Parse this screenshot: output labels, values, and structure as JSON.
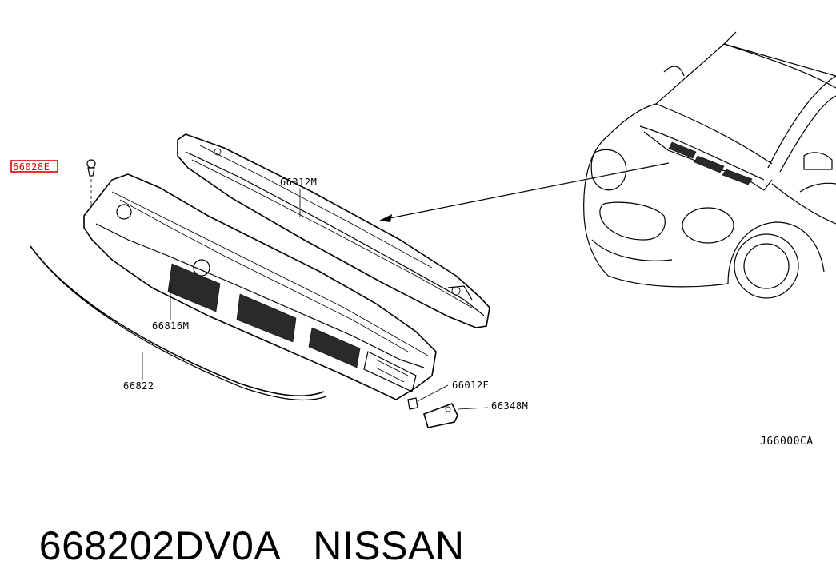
{
  "diagram": {
    "parts": {
      "highlighted": "66028E",
      "cowl_top_reinforcement": "66312M",
      "cowl_top_cover": "66816M",
      "seal": "66822",
      "clip": "66012E",
      "bracket": "66348M"
    },
    "reference_code": "J66000CA"
  },
  "caption": {
    "part_number": "668202DV0A",
    "brand": "NISSAN"
  },
  "colors": {
    "highlight": "#e00000",
    "ink": "#000000"
  }
}
